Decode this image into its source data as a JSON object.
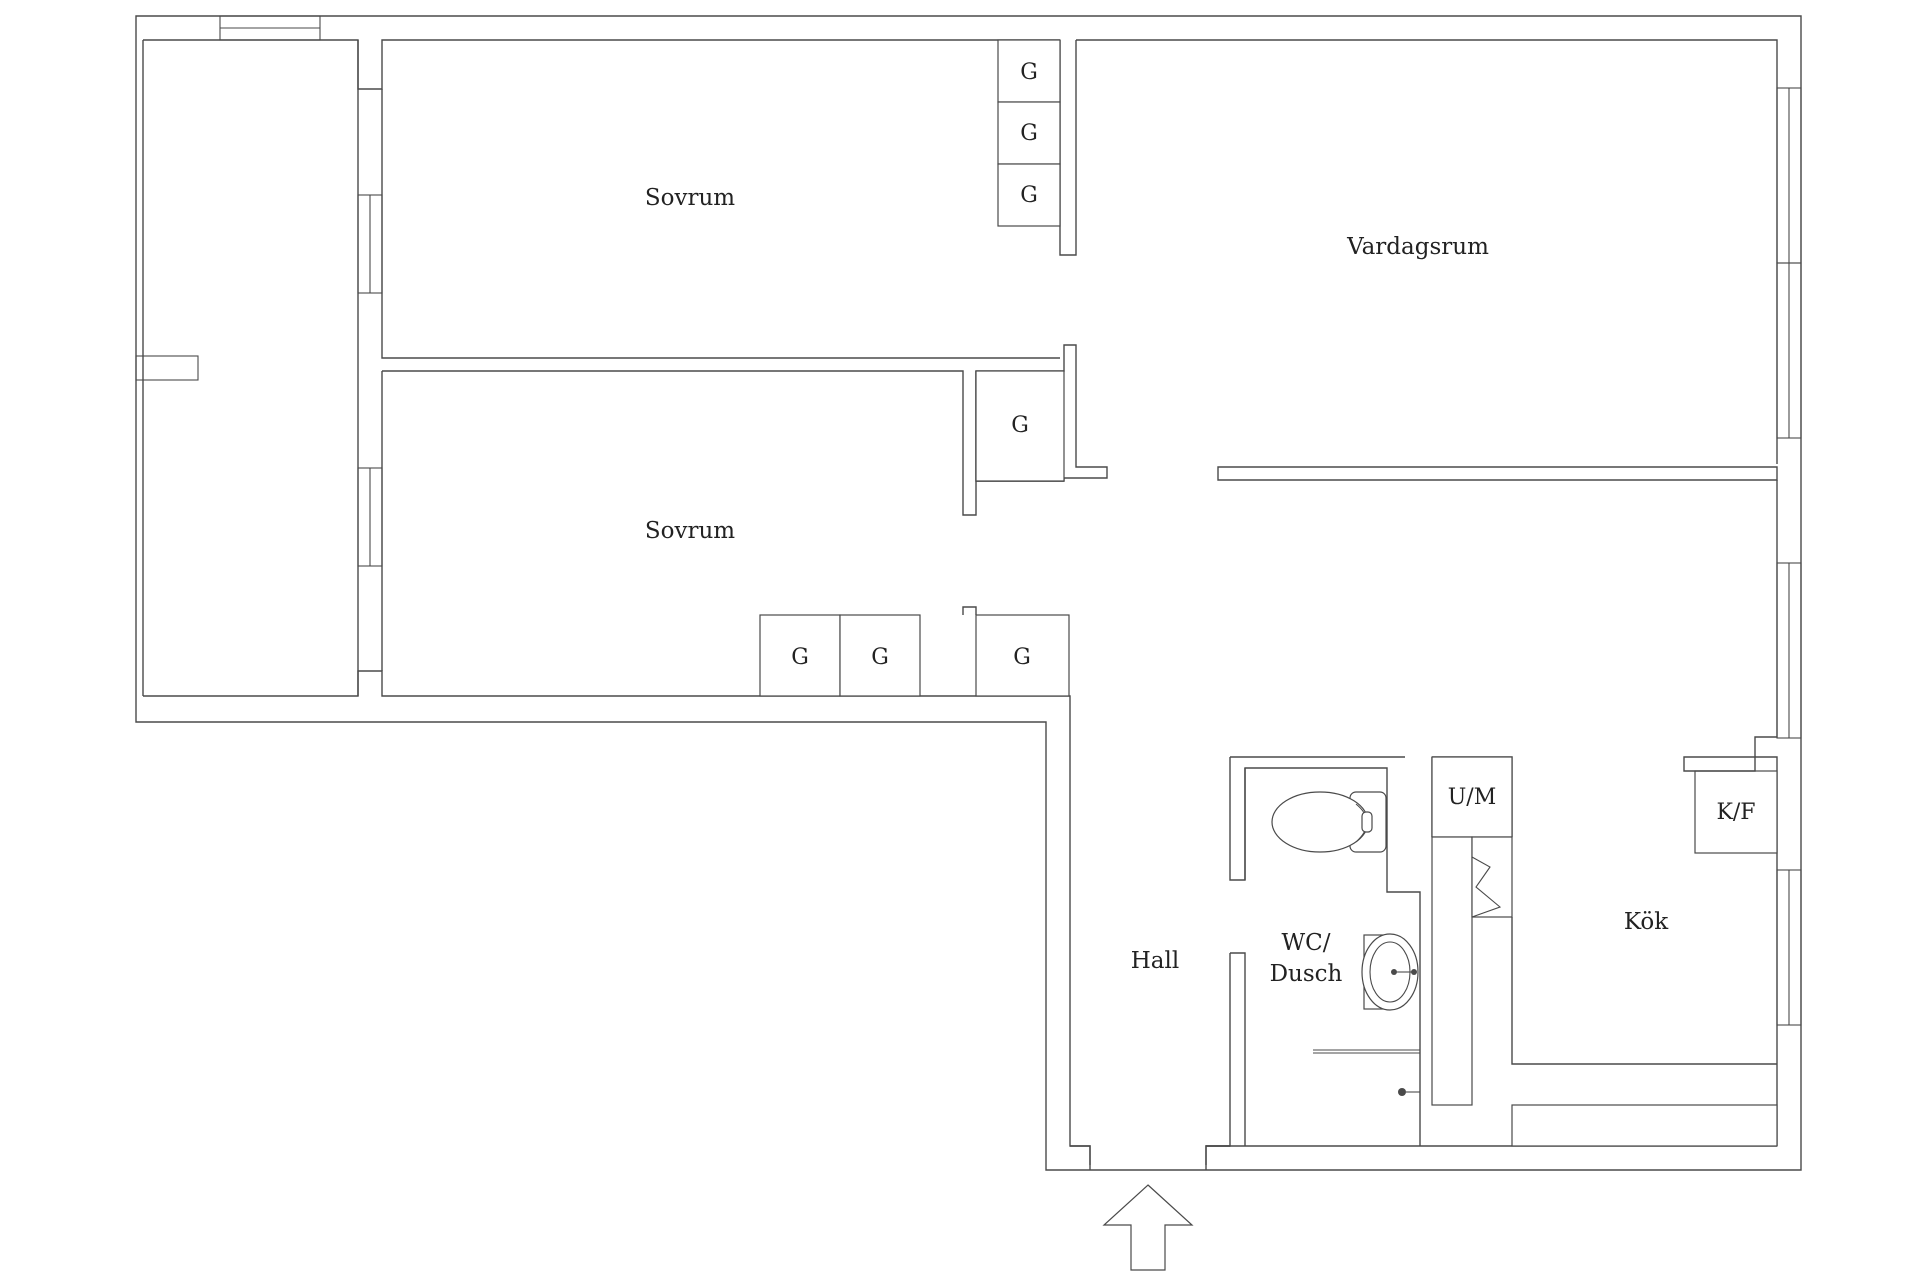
{
  "rooms": {
    "bedroom_1": "Sovrum",
    "bedroom_2": "Sovrum",
    "living_room": "Vardagsrum",
    "kitchen": "Kök",
    "hall": "Hall",
    "bathroom_line1": "WC/",
    "bathroom_line2": "Dusch"
  },
  "closets": {
    "wardrobe": "G",
    "washer_dryer": "U/M",
    "fridge_freezer": "K/F"
  },
  "entrance": {
    "icon": "entrance-arrow-icon"
  },
  "colors": {
    "wall": "#4a4a4a",
    "background": "#ffffff"
  }
}
